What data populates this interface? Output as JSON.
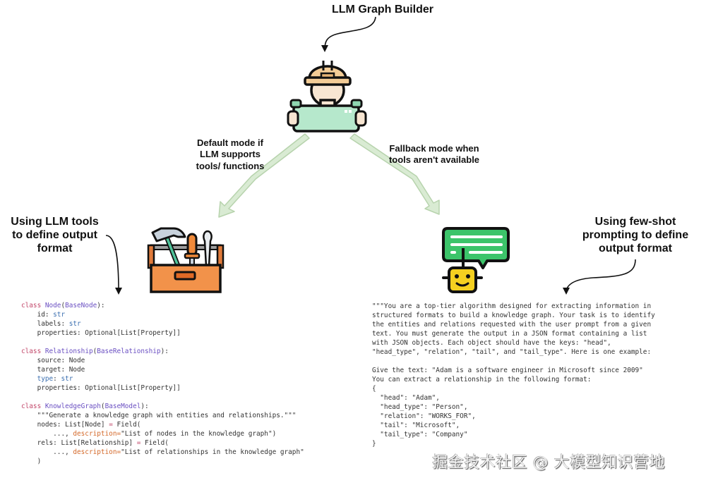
{
  "title": "LLM Graph Builder",
  "modes": {
    "default": [
      "Default mode if",
      "LLM supports",
      "tools/ functions"
    ],
    "fallback": [
      "Fallback mode when",
      "tools aren't available"
    ]
  },
  "approaches": {
    "tools": [
      "Using LLM tools",
      "to define output",
      "format"
    ],
    "few_shot": [
      "Using few-shot",
      "prompting to define",
      "output format"
    ]
  },
  "icons": {
    "builder": "construction-worker-holding-blueprint",
    "toolbox": "toolbox-with-hammer-screwdriver",
    "chatbot": "robot-with-speech-bubble"
  },
  "colors": {
    "arrow_fill": "#d9ebd3",
    "arrow_stroke": "#b7d3ad",
    "keyword": "#c2476a",
    "class_name": "#6a4fc2",
    "type": "#3b6fb0",
    "string": "#d4692a",
    "code_text": "#333333"
  },
  "code_tools": [
    [
      {
        "t": "class ",
        "c": "kw"
      },
      {
        "t": "Node",
        "c": "cls"
      },
      {
        "t": "(",
        "c": ""
      },
      {
        "t": "BaseNode",
        "c": "cls"
      },
      {
        "t": "):",
        "c": ""
      }
    ],
    [
      {
        "t": "    id: ",
        "c": ""
      },
      {
        "t": "str",
        "c": "ty"
      }
    ],
    [
      {
        "t": "    labels: ",
        "c": ""
      },
      {
        "t": "str",
        "c": "ty"
      }
    ],
    [
      {
        "t": "    properties: Optional[List[Property]]",
        "c": ""
      }
    ],
    [
      {
        "t": "",
        "c": ""
      }
    ],
    [
      {
        "t": "class ",
        "c": "kw"
      },
      {
        "t": "Relationship",
        "c": "cls"
      },
      {
        "t": "(",
        "c": ""
      },
      {
        "t": "BaseRelationship",
        "c": "cls"
      },
      {
        "t": "):",
        "c": ""
      }
    ],
    [
      {
        "t": "    source: Node",
        "c": ""
      }
    ],
    [
      {
        "t": "    target: Node",
        "c": ""
      }
    ],
    [
      {
        "t": "    type",
        "c": "ty"
      },
      {
        "t": ": ",
        "c": ""
      },
      {
        "t": "str",
        "c": "ty"
      }
    ],
    [
      {
        "t": "    properties: Optional[List[Property]]",
        "c": ""
      }
    ],
    [
      {
        "t": "",
        "c": ""
      }
    ],
    [
      {
        "t": "class ",
        "c": "kw"
      },
      {
        "t": "KnowledgeGraph",
        "c": "cls"
      },
      {
        "t": "(",
        "c": ""
      },
      {
        "t": "BaseModel",
        "c": "cls"
      },
      {
        "t": "):",
        "c": ""
      }
    ],
    [
      {
        "t": "    \"\"\"Generate a knowledge graph with entities and relationships.\"\"\"",
        "c": ""
      }
    ],
    [
      {
        "t": "    nodes: List[Node] ",
        "c": ""
      },
      {
        "t": "=",
        "c": "kw"
      },
      {
        "t": " Field(",
        "c": ""
      }
    ],
    [
      {
        "t": "        ..., ",
        "c": ""
      },
      {
        "t": "description=",
        "c": "str"
      },
      {
        "t": "\"List of nodes in the knowledge graph\")",
        "c": ""
      }
    ],
    [
      {
        "t": "    rels: List[Relationship] ",
        "c": ""
      },
      {
        "t": "=",
        "c": "kw"
      },
      {
        "t": " Field(",
        "c": ""
      }
    ],
    [
      {
        "t": "        ..., ",
        "c": ""
      },
      {
        "t": "description=",
        "c": "str"
      },
      {
        "t": "\"List of relationships in the knowledge graph\"",
        "c": ""
      }
    ],
    [
      {
        "t": "    )",
        "c": ""
      }
    ]
  ],
  "code_prompt": [
    "\"\"\"You are a top-tier algorithm designed for extracting information in",
    "structured formats to build a knowledge graph. Your task is to identify",
    "the entities and relations requested with the user prompt from a given",
    "text. You must generate the output in a JSON format containing a list",
    "with JSON objects. Each object should have the keys: \"head\",",
    "\"head_type\", \"relation\", \"tail\", and \"tail_type\". Here is one example:",
    "",
    "Give the text: \"Adam is a software engineer in Microsoft since 2009\"",
    "You can extract a relationship in the following format:",
    "{",
    "  \"head\": \"Adam\",",
    "  \"head_type\": \"Person\",",
    "  \"relation\": \"WORKS_FOR\",",
    "  \"tail\": \"Microsoft\",",
    "  \"tail_type\": \"Company\"",
    "}"
  ],
  "watermark": "掘金技术社区 @ 大模型知识营地"
}
